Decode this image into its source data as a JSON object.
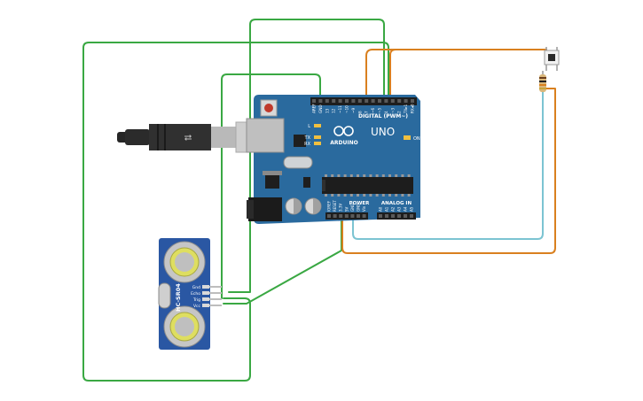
{
  "board": {
    "logo_text": "ARDUINO",
    "model": "UNO",
    "digital_label": "DIGITAL (PWM~)",
    "power_label": "POWER",
    "analog_label": "ANALOG IN",
    "led_l": "L",
    "led_tx": "TX",
    "led_rx": "RX",
    "led_on": "ON",
    "digital_pins": [
      "AREF",
      "GND",
      "13",
      "12",
      "~11",
      "~10",
      "~9",
      "8",
      "7",
      "~6",
      "~5",
      "4",
      "~3",
      "2",
      "TX▸1",
      "RX◂0"
    ],
    "power_pins": [
      "IOREF",
      "RESET",
      "3.3V",
      "5V",
      "GND",
      "GND",
      "Vin"
    ],
    "analog_pins": [
      "A0",
      "A1",
      "A2",
      "A3",
      "A4",
      "A5"
    ]
  },
  "sensor": {
    "model": "HC-SR04",
    "pins": [
      "Gnd",
      "Echo",
      "Trig",
      "Vcc"
    ]
  },
  "colors": {
    "board": "#2a6a9e",
    "wire_green": "#3aa843",
    "wire_orange": "#d9801f",
    "wire_cyan": "#7cc4d2"
  }
}
